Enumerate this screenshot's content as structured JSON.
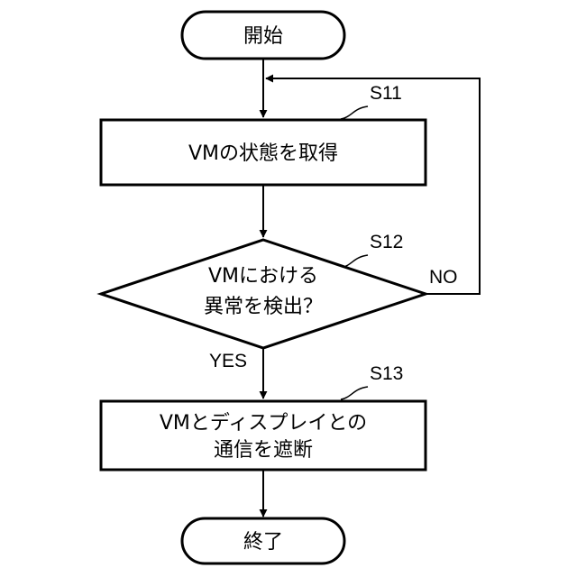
{
  "flowchart": {
    "start": {
      "text": "開始"
    },
    "end": {
      "text": "終了"
    },
    "steps": [
      {
        "id": "S11",
        "lines": [
          "VMの状態を取得"
        ]
      },
      {
        "id": "S12",
        "lines": [
          "VMにおける",
          "異常を検出？"
        ],
        "yes": "YES",
        "no": "NO"
      },
      {
        "id": "S13",
        "lines": [
          "VMとディスプレイとの",
          "通信を遮断"
        ]
      }
    ]
  }
}
